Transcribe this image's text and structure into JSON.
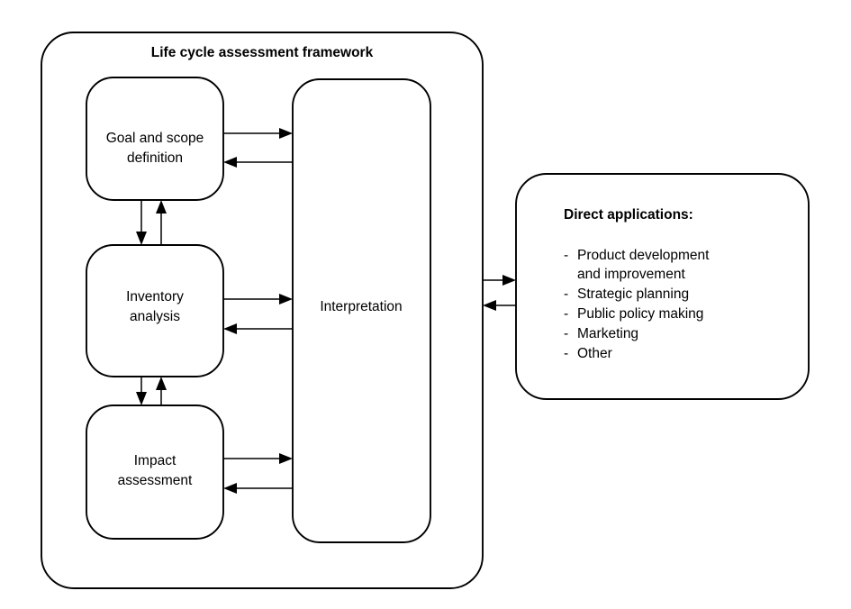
{
  "diagram": {
    "type": "framework-flow-diagram",
    "framework": {
      "title": "Life cycle assessment framework",
      "phases": [
        {
          "id": "goal-and-scope",
          "label_line1": "Goal and scope",
          "label_line2": "definition"
        },
        {
          "id": "inventory-analysis",
          "label_line1": "Inventory",
          "label_line2": "analysis"
        },
        {
          "id": "impact-assessment",
          "label_line1": "Impact",
          "label_line2": "assessment"
        }
      ],
      "interpretation": {
        "id": "interpretation",
        "label": "Interpretation"
      }
    },
    "applications": {
      "title": "Direct applications:",
      "bullet": "-",
      "items": [
        {
          "line1": "Product development",
          "line2": "and improvement"
        },
        {
          "line1": "Strategic planning",
          "line2": ""
        },
        {
          "line1": "Public policy making",
          "line2": ""
        },
        {
          "line1": "Marketing",
          "line2": ""
        },
        {
          "line1": "Other",
          "line2": ""
        }
      ]
    },
    "colors": {
      "stroke": "#000000",
      "fill": "#ffffff",
      "text": "#000000"
    }
  }
}
